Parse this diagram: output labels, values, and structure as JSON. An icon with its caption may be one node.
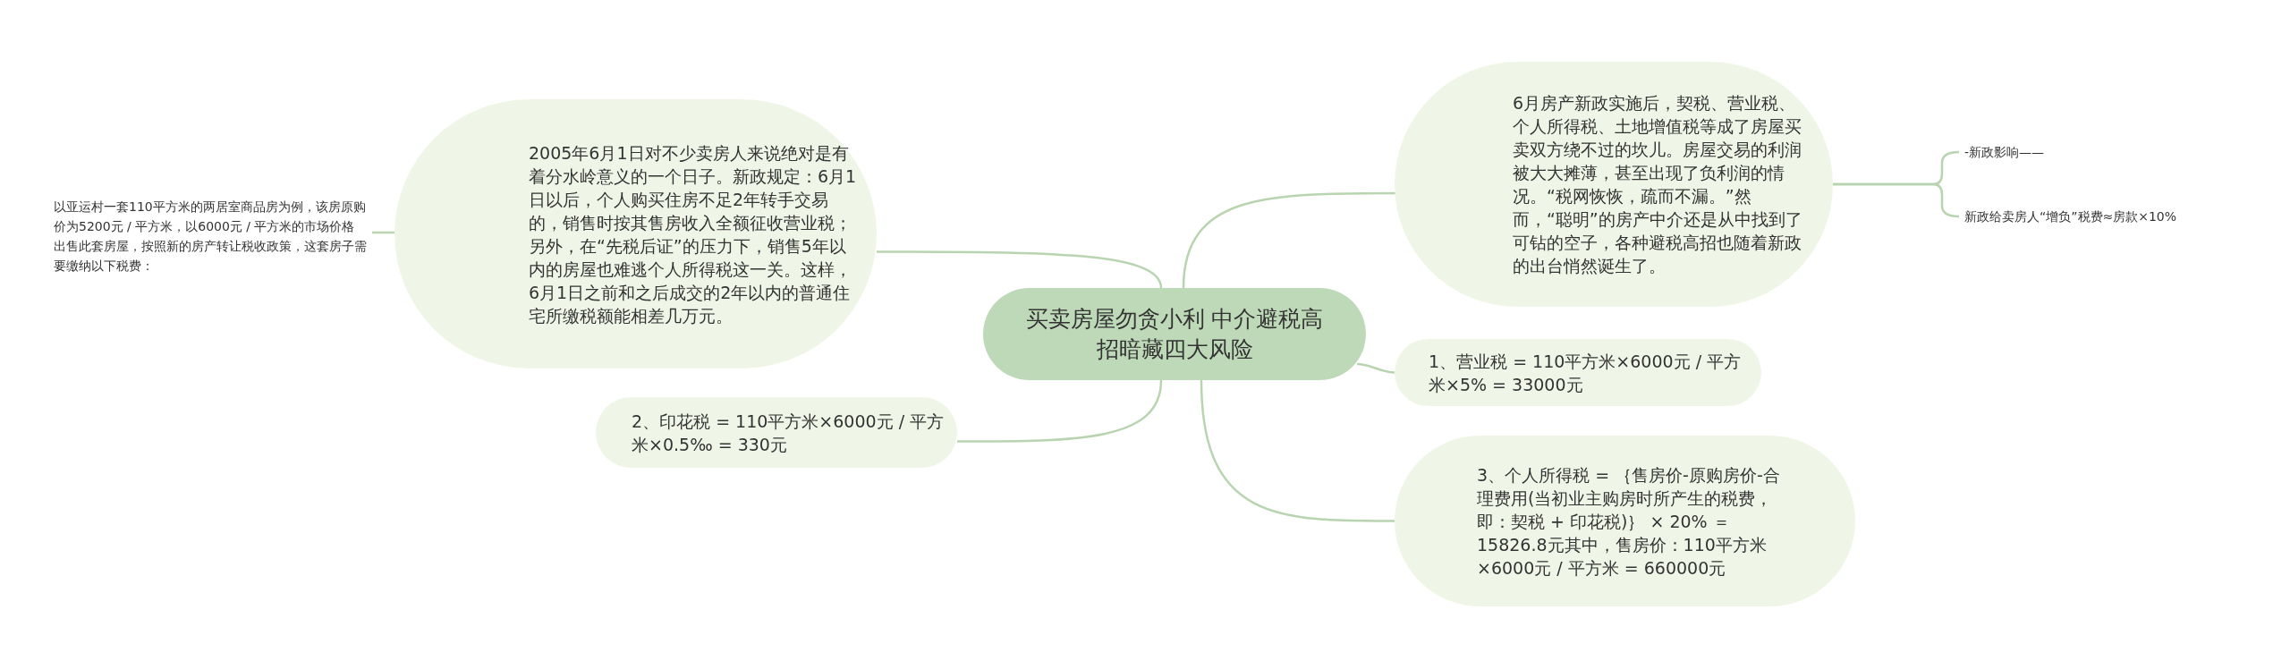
{
  "diagram": {
    "nodes": [
      {
        "text": [
          "买卖房屋勿贪小利 中介避税高招暗藏四大风险"
        ]
      },
      {
        "text": [
          "2005年6月1日对不少卖房人来说绝对是有着分水岭意义的一个日子。新政规定：6月1日以后，个人购买住房不足2年转手交易的，销售时按其售房收入全额征收营业税；另外，在“先税后证”的压力下，销售5年以内的房屋也难逃个人所得税这一关。这样，6月1日之前和之后成交的2年以内的普通住宅所缴税额能相差几万元。"
        ]
      },
      {
        "text": [
          "以亚运村一套110平方米的两居室商品房为例，该房原购价为5200元 / 平方米，以6000元 / 平方米的市场价格出售此套房屋，按照新的房产转让税收政策，这套房子需要缴纳以下税费："
        ]
      },
      {
        "text": [
          "2、印花税 = 110平方米×6000元 / 平方米×0.5‰ = 330元"
        ]
      },
      {
        "text": [
          "6月房产新政实施后，契税、营业税、个人所得税、土地增值税等成了房屋买卖双方绕不过的坎儿。房屋交易的利润被大大摊薄，甚至出现了负利润的情况。“税网恢恢，疏而不漏。”然而，“聪明”的房产中介还是从中找到了可钻的空子，各种避税高招也随着新政的出台悄然诞生了。"
        ]
      },
      {
        "text": [
          "-新政影响——"
        ]
      },
      {
        "text": [
          "新政给卖房人“增负”税费≈房款×10%"
        ]
      },
      {
        "text": [
          "1、营业税 = 110平方米×6000元 / 平方米×5% = 33000元"
        ]
      },
      {
        "text": [
          "3、个人所得税 = ｛售房价-原购房价-合理费用(当初业主购房时所产生的税费，即：契税 + 印花税)｝ × 20% ＝15826.8元其中，售房价：110平方米×6000元 / 平方米 = 660000元"
        ]
      }
    ],
    "edges": [
      {
        "from": 0,
        "to": 1,
        "arrow": "none"
      },
      {
        "from": 1,
        "to": 2,
        "arrow": "none"
      },
      {
        "from": 0,
        "to": 3,
        "arrow": "none"
      },
      {
        "from": 0,
        "to": 4,
        "arrow": "none"
      },
      {
        "from": 4,
        "to": 5,
        "arrow": "none"
      },
      {
        "from": 4,
        "to": 6,
        "arrow": "none"
      },
      {
        "from": 0,
        "to": 7,
        "arrow": "none"
      },
      {
        "from": 0,
        "to": 8,
        "arrow": "none"
      }
    ]
  }
}
